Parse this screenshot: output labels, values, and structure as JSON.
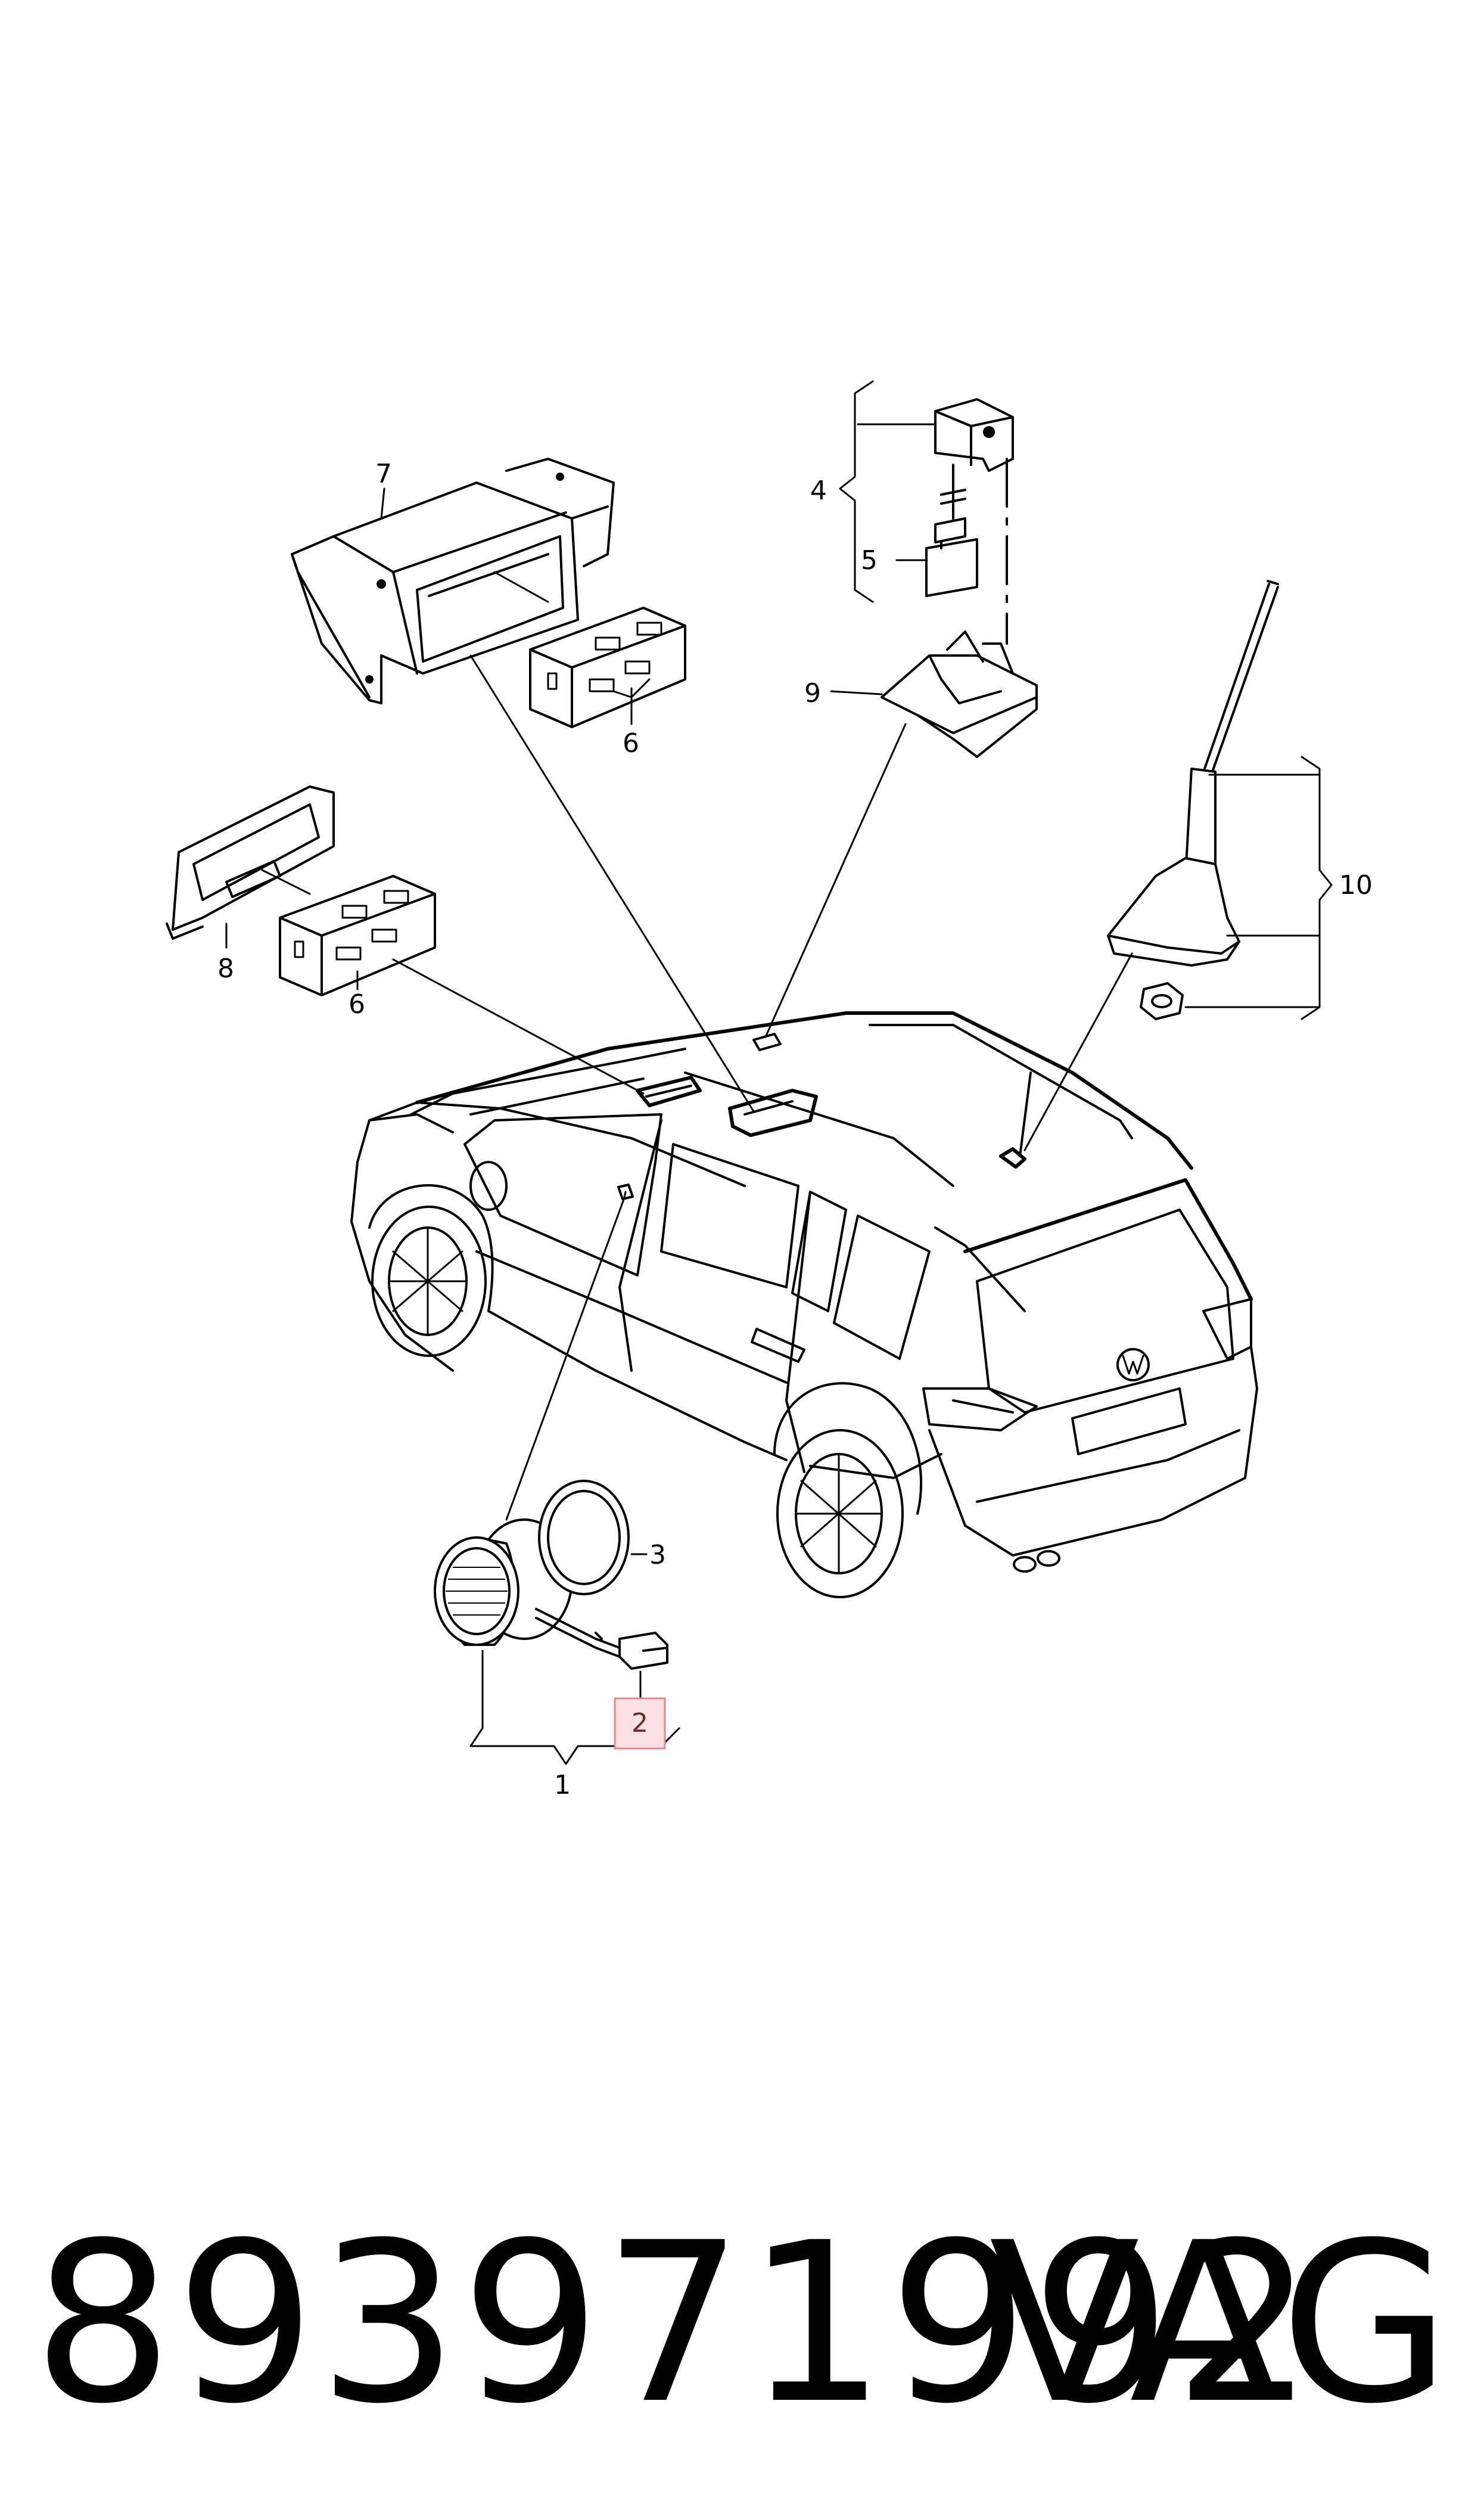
{
  "callouts": [
    {
      "id": "1",
      "label": "1"
    },
    {
      "id": "2",
      "label": "2",
      "highlighted": true
    },
    {
      "id": "3",
      "label": "3"
    },
    {
      "id": "4",
      "label": "4"
    },
    {
      "id": "5",
      "label": "5"
    },
    {
      "id": "6a",
      "label": "6"
    },
    {
      "id": "6b",
      "label": "6"
    },
    {
      "id": "7",
      "label": "7"
    },
    {
      "id": "8",
      "label": "8"
    },
    {
      "id": "9",
      "label": "9"
    },
    {
      "id": "10",
      "label": "10"
    }
  ],
  "footer": {
    "part_number": "893971992",
    "brand": "VAG"
  },
  "colors": {
    "line": "#000000",
    "highlight_fill": "#fbe1e4",
    "highlight_stroke": "#e8868f"
  }
}
